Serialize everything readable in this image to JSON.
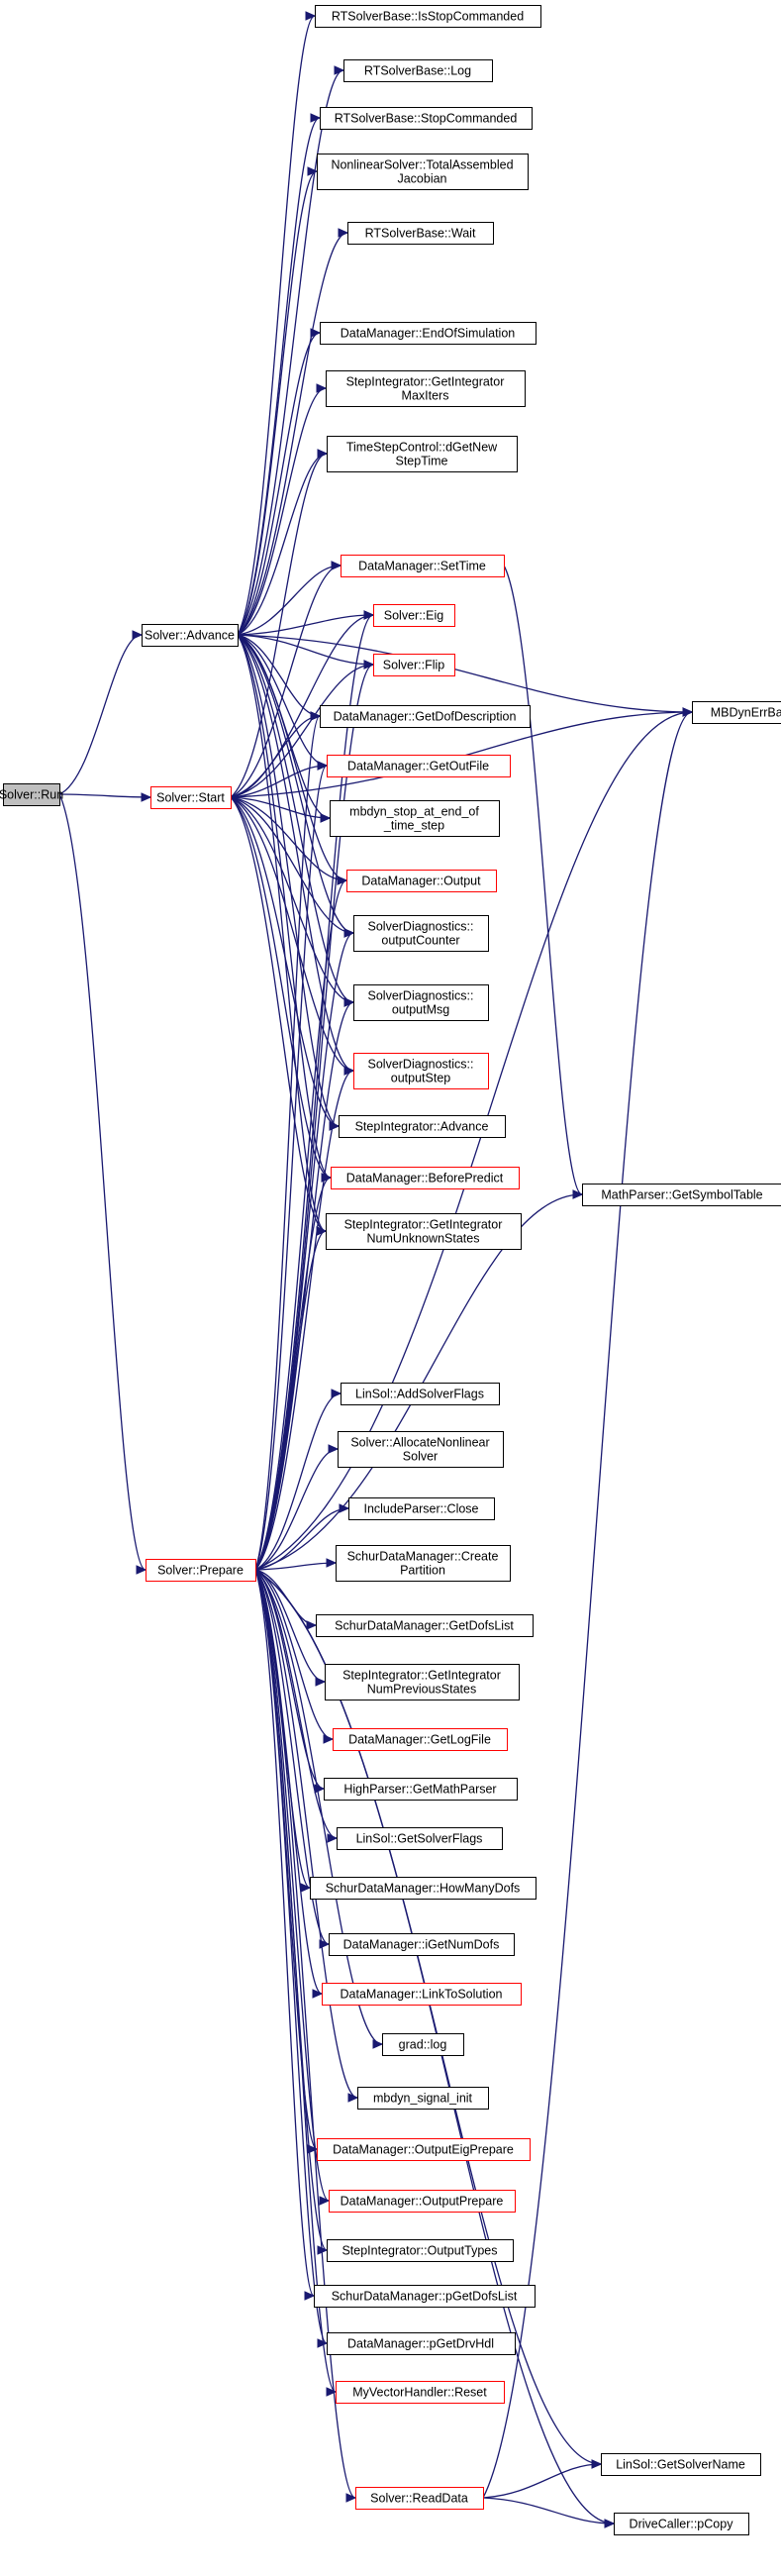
{
  "graph": {
    "edge_color": "#191970",
    "nodes": [
      {
        "id": "run",
        "lines": [
          "Solver::Run"
        ],
        "style": "root"
      },
      {
        "id": "advance",
        "lines": [
          "Solver::Advance"
        ],
        "style": "normal"
      },
      {
        "id": "start",
        "lines": [
          "Solver::Start"
        ],
        "style": "red"
      },
      {
        "id": "prepare",
        "lines": [
          "Solver::Prepare"
        ],
        "style": "red"
      },
      {
        "id": "isstop",
        "lines": [
          "RTSolverBase::IsStopCommanded"
        ],
        "style": "normal"
      },
      {
        "id": "log",
        "lines": [
          "RTSolverBase::Log"
        ],
        "style": "normal"
      },
      {
        "id": "stopcmd",
        "lines": [
          "RTSolverBase::StopCommanded"
        ],
        "style": "normal"
      },
      {
        "id": "totalasm",
        "lines": [
          "NonlinearSolver::TotalAssembled",
          "Jacobian"
        ],
        "style": "normal"
      },
      {
        "id": "wait",
        "lines": [
          "RTSolverBase::Wait"
        ],
        "style": "normal"
      },
      {
        "id": "endsim",
        "lines": [
          "DataManager::EndOfSimulation"
        ],
        "style": "normal"
      },
      {
        "id": "maxiters",
        "lines": [
          "StepIntegrator::GetIntegrator",
          "MaxIters"
        ],
        "style": "normal"
      },
      {
        "id": "dgetnew",
        "lines": [
          "TimeStepControl::dGetNew",
          "StepTime"
        ],
        "style": "normal"
      },
      {
        "id": "settime",
        "lines": [
          "DataManager::SetTime"
        ],
        "style": "red"
      },
      {
        "id": "eig",
        "lines": [
          "Solver::Eig"
        ],
        "style": "red"
      },
      {
        "id": "flip",
        "lines": [
          "Solver::Flip"
        ],
        "style": "red"
      },
      {
        "id": "getdofdesc",
        "lines": [
          "DataManager::GetDofDescription"
        ],
        "style": "normal"
      },
      {
        "id": "getoutfile",
        "lines": [
          "DataManager::GetOutFile"
        ],
        "style": "red"
      },
      {
        "id": "mbdynstop",
        "lines": [
          "mbdyn_stop_at_end_of",
          "_time_step"
        ],
        "style": "normal"
      },
      {
        "id": "output",
        "lines": [
          "DataManager::Output"
        ],
        "style": "red"
      },
      {
        "id": "outcounter",
        "lines": [
          "SolverDiagnostics::",
          "outputCounter"
        ],
        "style": "normal"
      },
      {
        "id": "outmsg",
        "lines": [
          "SolverDiagnostics::",
          "outputMsg"
        ],
        "style": "normal"
      },
      {
        "id": "outstep",
        "lines": [
          "SolverDiagnostics::",
          "outputStep"
        ],
        "style": "red"
      },
      {
        "id": "siadvance",
        "lines": [
          "StepIntegrator::Advance"
        ],
        "style": "normal"
      },
      {
        "id": "beforepredict",
        "lines": [
          "DataManager::BeforePredict"
        ],
        "style": "red"
      },
      {
        "id": "numunknown",
        "lines": [
          "StepIntegrator::GetIntegrator",
          "NumUnknownStates"
        ],
        "style": "normal"
      },
      {
        "id": "what",
        "lines": [
          "MBDynErrBase::what"
        ],
        "style": "normal"
      },
      {
        "id": "symtable",
        "lines": [
          "MathParser::GetSymbolTable"
        ],
        "style": "normal"
      },
      {
        "id": "addsolverflags",
        "lines": [
          "LinSol::AddSolverFlags"
        ],
        "style": "normal"
      },
      {
        "id": "allocnl",
        "lines": [
          "Solver::AllocateNonlinear",
          "Solver"
        ],
        "style": "normal"
      },
      {
        "id": "ipclose",
        "lines": [
          "IncludeParser::Close"
        ],
        "style": "normal"
      },
      {
        "id": "createpart",
        "lines": [
          "SchurDataManager::Create",
          "Partition"
        ],
        "style": "normal"
      },
      {
        "id": "getdofslist",
        "lines": [
          "SchurDataManager::GetDofsList"
        ],
        "style": "normal"
      },
      {
        "id": "numprev",
        "lines": [
          "StepIntegrator::GetIntegrator",
          "NumPreviousStates"
        ],
        "style": "normal"
      },
      {
        "id": "getlogfile",
        "lines": [
          "DataManager::GetLogFile"
        ],
        "style": "red"
      },
      {
        "id": "getmathparser",
        "lines": [
          "HighParser::GetMathParser"
        ],
        "style": "normal"
      },
      {
        "id": "getsolverflags",
        "lines": [
          "LinSol::GetSolverFlags"
        ],
        "style": "normal"
      },
      {
        "id": "howmanydofs",
        "lines": [
          "SchurDataManager::HowManyDofs"
        ],
        "style": "normal"
      },
      {
        "id": "igetnumdofs",
        "lines": [
          "DataManager::iGetNumDofs"
        ],
        "style": "normal"
      },
      {
        "id": "linktosol",
        "lines": [
          "DataManager::LinkToSolution"
        ],
        "style": "red"
      },
      {
        "id": "gradlog",
        "lines": [
          "grad::log"
        ],
        "style": "normal"
      },
      {
        "id": "siginit",
        "lines": [
          "mbdyn_signal_init"
        ],
        "style": "normal"
      },
      {
        "id": "outeigprep",
        "lines": [
          "DataManager::OutputEigPrepare"
        ],
        "style": "red"
      },
      {
        "id": "outprep",
        "lines": [
          "DataManager::OutputPrepare"
        ],
        "style": "red"
      },
      {
        "id": "outtypes",
        "lines": [
          "StepIntegrator::OutputTypes"
        ],
        "style": "normal"
      },
      {
        "id": "pgetdofslist",
        "lines": [
          "SchurDataManager::pGetDofsList"
        ],
        "style": "normal"
      },
      {
        "id": "pgetdrvhdl",
        "lines": [
          "DataManager::pGetDrvHdl"
        ],
        "style": "normal"
      },
      {
        "id": "reset",
        "lines": [
          "MyVectorHandler::Reset"
        ],
        "style": "red"
      },
      {
        "id": "readdata",
        "lines": [
          "Solver::ReadData"
        ],
        "style": "red"
      },
      {
        "id": "getsolvername",
        "lines": [
          "LinSol::GetSolverName"
        ],
        "style": "normal"
      },
      {
        "id": "pcopy",
        "lines": [
          "DriveCaller::pCopy"
        ],
        "style": "normal"
      }
    ],
    "edges": [
      [
        "run",
        "advance"
      ],
      [
        "run",
        "start"
      ],
      [
        "run",
        "prepare"
      ],
      [
        "advance",
        "isstop"
      ],
      [
        "advance",
        "log"
      ],
      [
        "advance",
        "stopcmd"
      ],
      [
        "advance",
        "totalasm"
      ],
      [
        "advance",
        "wait"
      ],
      [
        "advance",
        "endsim"
      ],
      [
        "advance",
        "maxiters"
      ],
      [
        "advance",
        "dgetnew"
      ],
      [
        "advance",
        "settime"
      ],
      [
        "advance",
        "eig"
      ],
      [
        "advance",
        "flip"
      ],
      [
        "advance",
        "getdofdesc"
      ],
      [
        "advance",
        "getoutfile"
      ],
      [
        "advance",
        "mbdynstop"
      ],
      [
        "advance",
        "output"
      ],
      [
        "advance",
        "outcounter"
      ],
      [
        "advance",
        "outmsg"
      ],
      [
        "advance",
        "outstep"
      ],
      [
        "advance",
        "siadvance"
      ],
      [
        "advance",
        "beforepredict"
      ],
      [
        "advance",
        "numunknown"
      ],
      [
        "advance",
        "what"
      ],
      [
        "start",
        "dgetnew"
      ],
      [
        "start",
        "settime"
      ],
      [
        "start",
        "eig"
      ],
      [
        "start",
        "flip"
      ],
      [
        "start",
        "getdofdesc"
      ],
      [
        "start",
        "getoutfile"
      ],
      [
        "start",
        "mbdynstop"
      ],
      [
        "start",
        "output"
      ],
      [
        "start",
        "outcounter"
      ],
      [
        "start",
        "outmsg"
      ],
      [
        "start",
        "outstep"
      ],
      [
        "start",
        "siadvance"
      ],
      [
        "start",
        "beforepredict"
      ],
      [
        "start",
        "numunknown"
      ],
      [
        "start",
        "what"
      ],
      [
        "prepare",
        "eig"
      ],
      [
        "prepare",
        "flip"
      ],
      [
        "prepare",
        "getdofdesc"
      ],
      [
        "prepare",
        "getoutfile"
      ],
      [
        "prepare",
        "output"
      ],
      [
        "prepare",
        "outcounter"
      ],
      [
        "prepare",
        "outmsg"
      ],
      [
        "prepare",
        "outstep"
      ],
      [
        "prepare",
        "beforepredict"
      ],
      [
        "prepare",
        "numunknown"
      ],
      [
        "prepare",
        "what"
      ],
      [
        "prepare",
        "symtable"
      ],
      [
        "prepare",
        "addsolverflags"
      ],
      [
        "prepare",
        "allocnl"
      ],
      [
        "prepare",
        "ipclose"
      ],
      [
        "prepare",
        "createpart"
      ],
      [
        "prepare",
        "getdofslist"
      ],
      [
        "prepare",
        "numprev"
      ],
      [
        "prepare",
        "getlogfile"
      ],
      [
        "prepare",
        "getmathparser"
      ],
      [
        "prepare",
        "getsolverflags"
      ],
      [
        "prepare",
        "howmanydofs"
      ],
      [
        "prepare",
        "igetnumdofs"
      ],
      [
        "prepare",
        "linktosol"
      ],
      [
        "prepare",
        "gradlog"
      ],
      [
        "prepare",
        "siginit"
      ],
      [
        "prepare",
        "outeigprep"
      ],
      [
        "prepare",
        "outprep"
      ],
      [
        "prepare",
        "outtypes"
      ],
      [
        "prepare",
        "pgetdofslist"
      ],
      [
        "prepare",
        "pgetdrvhdl"
      ],
      [
        "prepare",
        "reset"
      ],
      [
        "prepare",
        "readdata"
      ],
      [
        "prepare",
        "getsolvername"
      ],
      [
        "prepare",
        "pcopy"
      ],
      [
        "settime",
        "symtable"
      ],
      [
        "readdata",
        "what"
      ],
      [
        "readdata",
        "getsolvername"
      ],
      [
        "readdata",
        "pcopy"
      ]
    ]
  }
}
